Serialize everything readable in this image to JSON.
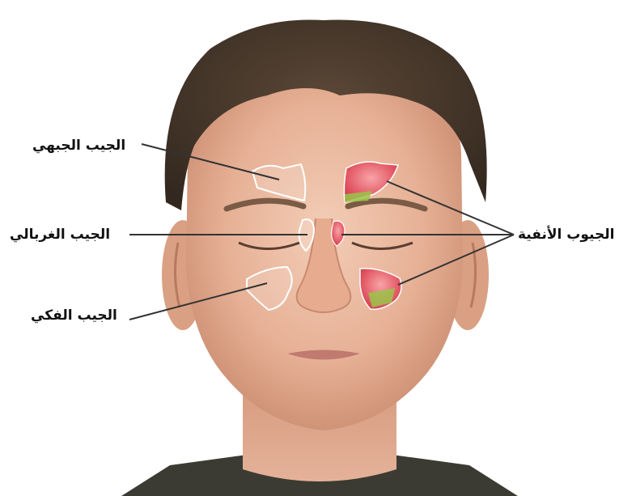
{
  "labels": {
    "frontal": "الجيب الجبهي",
    "ethmoid": "الجيب الغربالي",
    "maxillary": "الجيب الفكي",
    "paranasal": "الجيوب الأنفية"
  },
  "colors": {
    "sinus_fill": "#e85a6a",
    "sinus_outline": "#ffffff",
    "sinus_green": "#9ac44a",
    "skin": "#e8b49a",
    "hair": "#4a3a2c"
  }
}
